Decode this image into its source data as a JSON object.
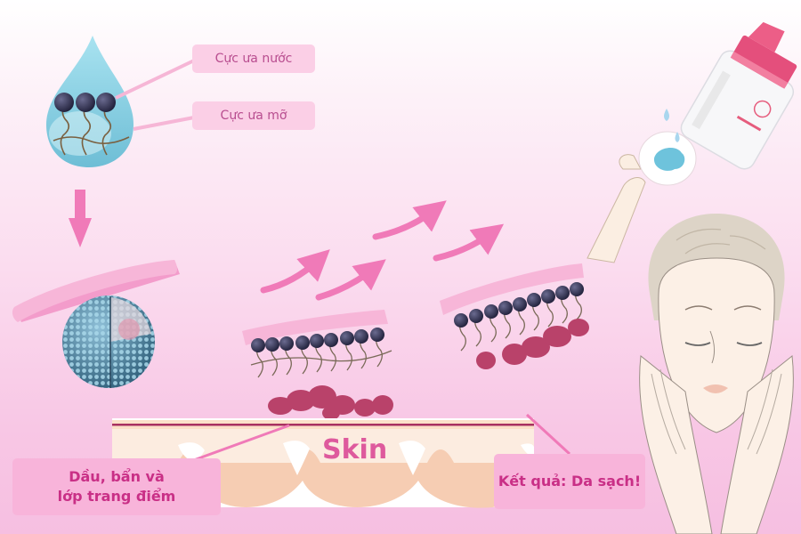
{
  "labels": {
    "hydrophilic": "Cực ưa nước",
    "lipophilic": "Cực ưa mỡ",
    "dirt_line1": "Dầu, bẩn và",
    "dirt_line2": "lớp trang điểm",
    "result": "Kết quả: Da sạch!",
    "skin": "Skin"
  },
  "colors": {
    "accent_pink": "#f07ab8",
    "label_bg": "#f9c5e3",
    "label_text": "#c2378c",
    "molecule_head": "#2f2f4f",
    "dirt": "#b9426a",
    "water_drop": "#7fcde0",
    "skin_beige": "#f6cdb3"
  },
  "icons": {
    "water_drop": "water-drop-icon",
    "micelle": "micelle-sphere-icon",
    "cotton_pad": "cotton-pad-icon",
    "bottle": "micellar-water-bottle-icon",
    "face": "woman-face-icon"
  }
}
